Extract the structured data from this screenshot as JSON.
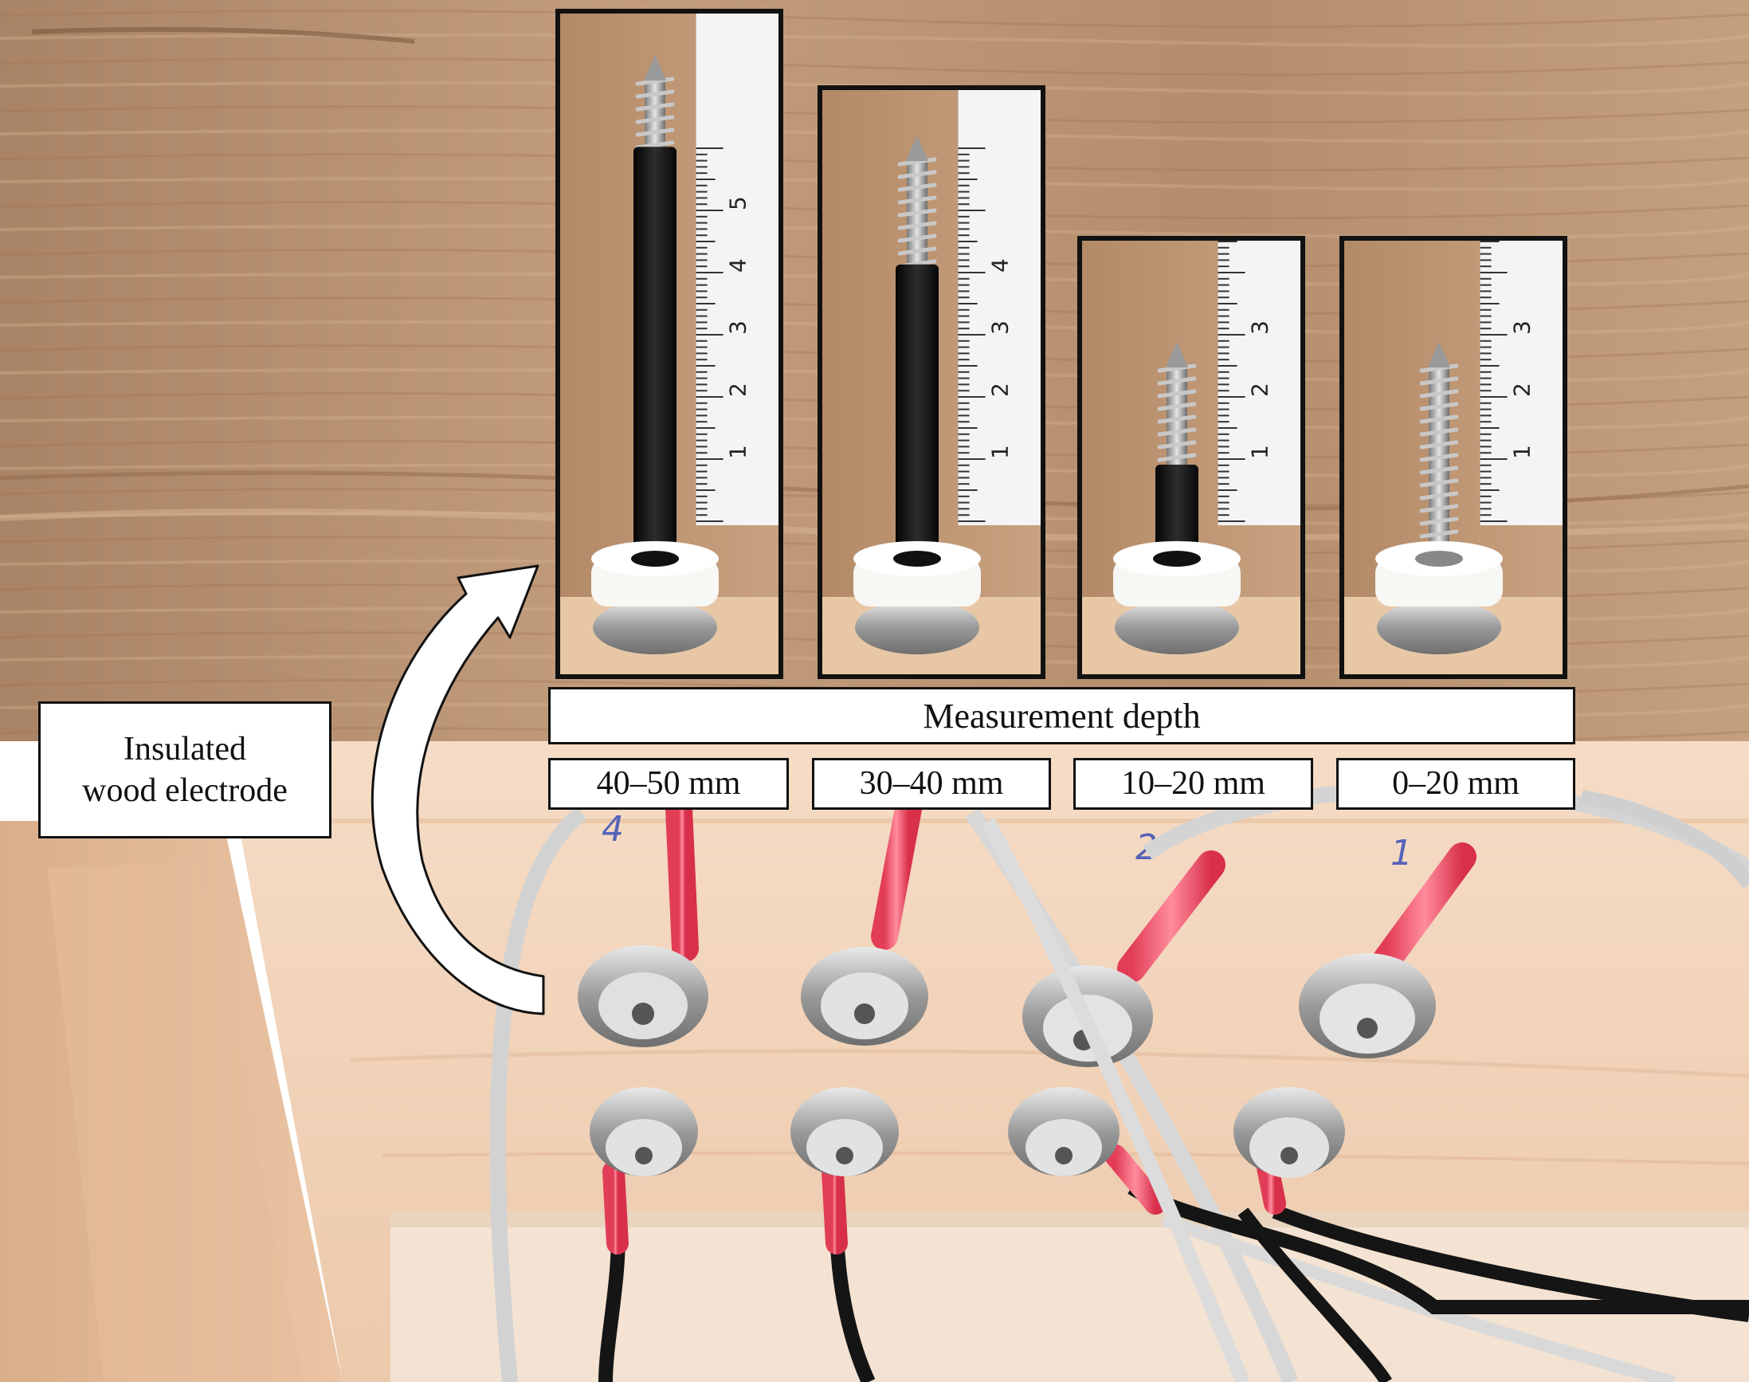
{
  "callout": {
    "line1": "Insulated",
    "line2": "wood electrode"
  },
  "measurement": {
    "header": "Measurement depth",
    "depths": [
      "40–50 mm",
      "30–40 mm",
      "10–20 mm",
      "0–20 mm"
    ]
  },
  "insets": [
    {
      "ruler_labels": [
        "1",
        "2",
        "3",
        "4",
        "5"
      ],
      "insulated_fraction": 0.82
    },
    {
      "ruler_labels": [
        "1",
        "2",
        "3",
        "4"
      ],
      "insulated_fraction": 0.7
    },
    {
      "ruler_labels": [
        "1",
        "2",
        "3"
      ],
      "insulated_fraction": 0.45
    },
    {
      "ruler_labels": [
        "1",
        "2",
        "3"
      ],
      "insulated_fraction": 0.0
    }
  ],
  "pen_marks": [
    "4",
    "2",
    "1"
  ],
  "colors": {
    "wood_light": "#f2d5bd",
    "wood_dark": "#b98f6c",
    "tube_red": "#f05a70",
    "cable_gray": "#d9d9d9",
    "cable_black": "#151515",
    "steel": "#a8a8a8"
  }
}
